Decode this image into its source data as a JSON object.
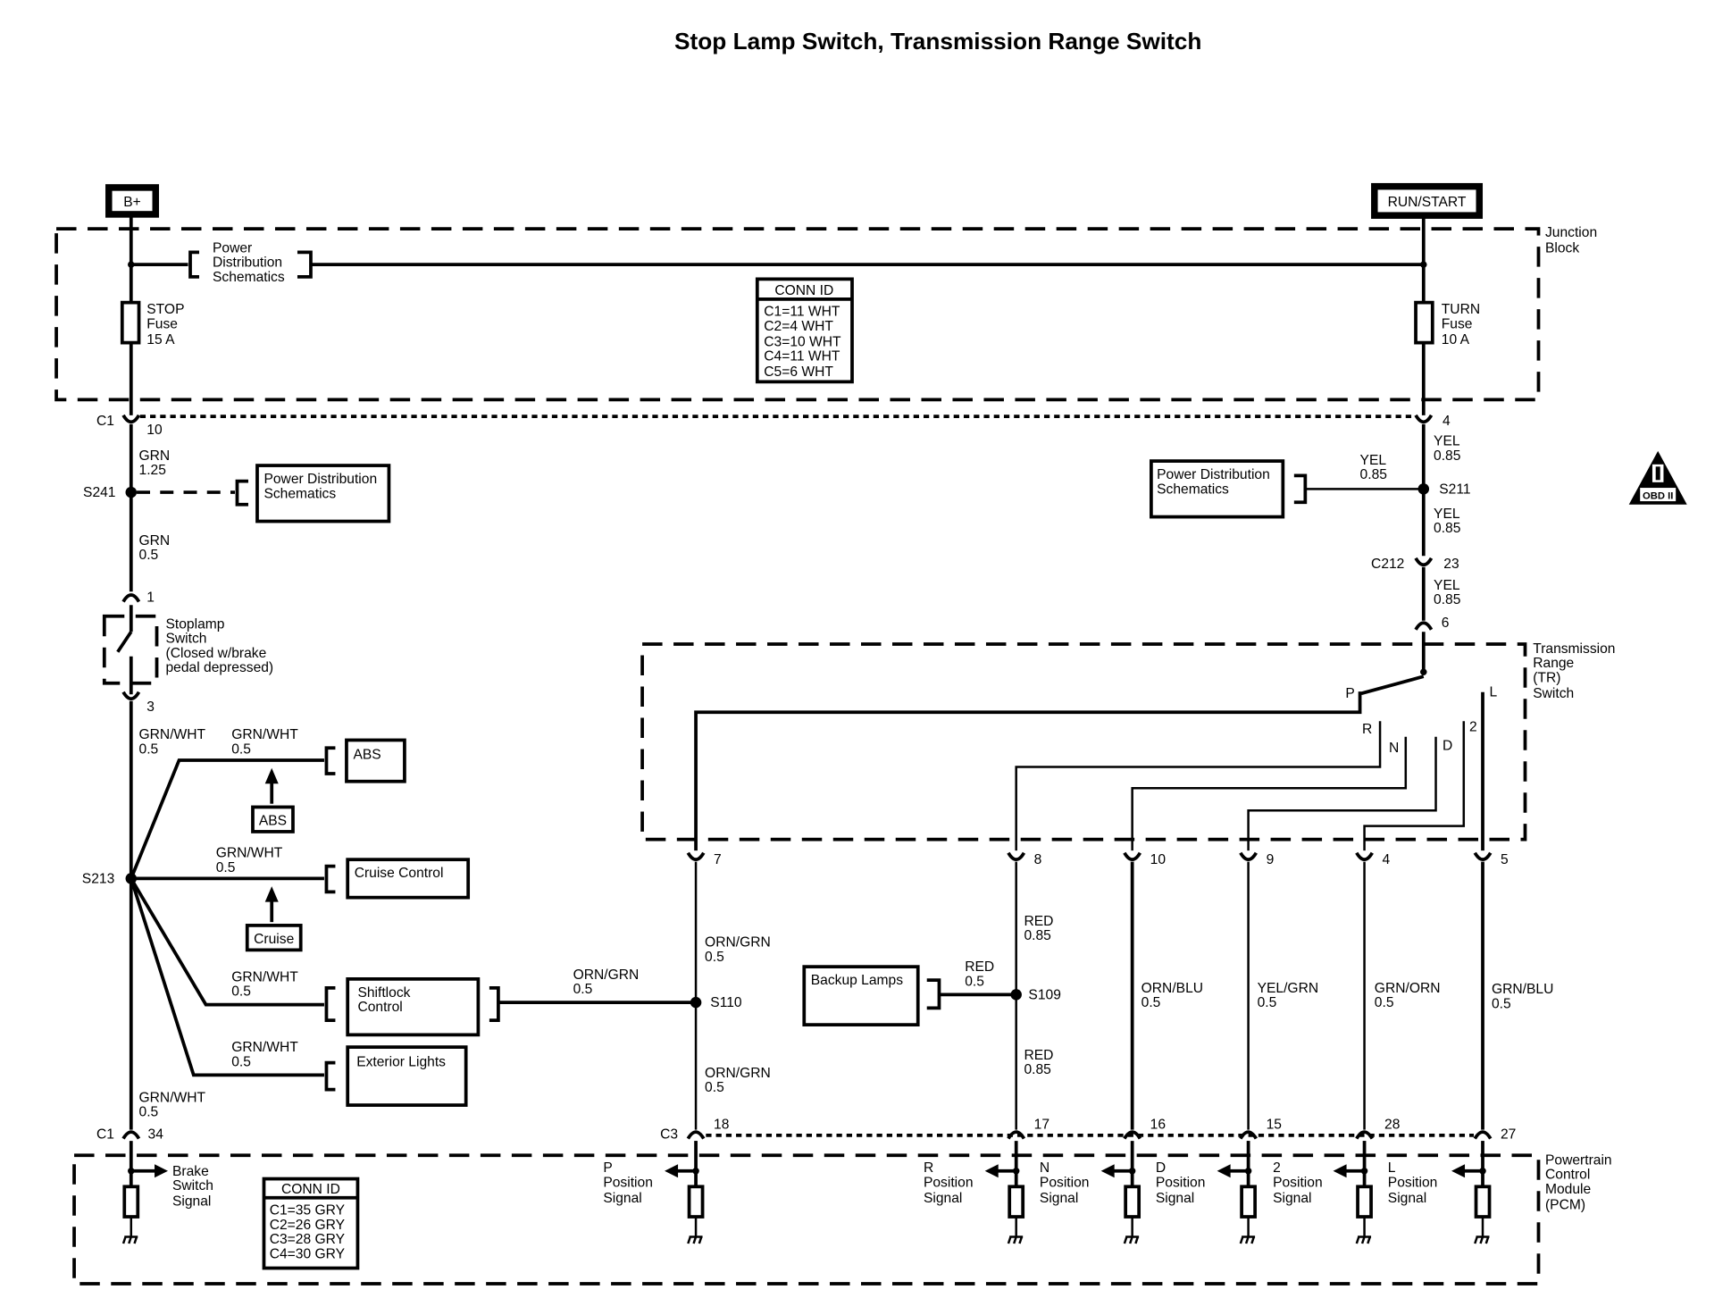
{
  "title": "Stop Lamp Switch, Transmission Range Switch",
  "power_sources": {
    "battery": "B+",
    "ignition": "RUN/START"
  },
  "junction_block": {
    "label": [
      "Junction",
      "Block"
    ],
    "power_distribution_ref": [
      "Power",
      "Distribution",
      "Schematics"
    ],
    "stop_fuse": [
      "STOP",
      "Fuse",
      "15 A"
    ],
    "turn_fuse": [
      "TURN",
      "Fuse",
      "10 A"
    ],
    "conn_id": {
      "header": "CONN ID",
      "rows": [
        "C1=11 WHT",
        "C2=4 WHT",
        "C3=10 WHT",
        "C4=11 WHT",
        "C5=6 WHT"
      ]
    }
  },
  "left_circuit": {
    "c1_connector": "C1",
    "c1_pin_top": "10",
    "wire_grn_125": [
      "GRN",
      "1.25"
    ],
    "splice_s241": "S241",
    "pds_box": [
      "Power Distribution",
      "Schematics"
    ],
    "wire_grn_05": [
      "GRN",
      "0.5"
    ],
    "stoplamp_pin_in": "1",
    "stoplamp_pin_out": "3",
    "stoplamp_switch": [
      "Stoplamp",
      "Switch",
      "(Closed w/brake",
      "pedal depressed)"
    ],
    "wire_main": [
      "GRN/WHT",
      "0.5"
    ],
    "splice_s213": "S213",
    "branches": [
      {
        "wire": [
          "GRN/WHT",
          "0.5"
        ],
        "component": [
          "ABS"
        ],
        "ref": "ABS"
      },
      {
        "wire": [
          "GRN/WHT",
          "0.5"
        ],
        "component": [
          "Cruise Control"
        ],
        "ref": "Cruise"
      },
      {
        "wire": [
          "GRN/WHT",
          "0.5"
        ],
        "component": [
          "Shiftlock",
          "Control"
        ]
      },
      {
        "wire": [
          "GRN/WHT",
          "0.5"
        ],
        "component": [
          "Exterior Lights"
        ]
      }
    ],
    "wire_to_pcm": [
      "GRN/WHT",
      "0.5"
    ],
    "pcm_connector": "C1",
    "pcm_pin": "34"
  },
  "right_circuit": {
    "jb_pin": "4",
    "wire_yel_1": [
      "YEL",
      "0.85"
    ],
    "pds_box": [
      "Power Distribution",
      "Schematics"
    ],
    "wire_yel_branch": [
      "YEL",
      "0.85"
    ],
    "splice_s211": "S211",
    "wire_yel_2": [
      "YEL",
      "0.85"
    ],
    "c212_connector": "C212",
    "c212_pin": "23",
    "wire_yel_3": [
      "YEL",
      "0.85"
    ],
    "tr_pin_in": "6"
  },
  "tr_switch": {
    "label": [
      "Transmission",
      "Range",
      "(TR)",
      "Switch"
    ],
    "contacts": [
      "P",
      "R",
      "N",
      "D",
      "2",
      "L"
    ],
    "pins": [
      "7",
      "8",
      "10",
      "9",
      "4",
      "5"
    ]
  },
  "tr_outputs": [
    {
      "tr_pin": "7",
      "wire_upper": [
        "ORN/GRN",
        "0.5"
      ],
      "splice": "S110",
      "wire_lower": [
        "ORN/GRN",
        "0.5"
      ],
      "pcm_connector": "C3",
      "pcm_pin": "18",
      "signal": [
        "P",
        "Position",
        "Signal"
      ]
    },
    {
      "tr_pin": "8",
      "wire_upper": [
        "RED",
        "0.85"
      ],
      "splice": "S109",
      "wire_lower": [
        "RED",
        "0.85"
      ],
      "pcm_pin": "17",
      "signal": [
        "R",
        "Position",
        "Signal"
      ]
    },
    {
      "tr_pin": "10",
      "wire_upper": [
        "ORN/BLU",
        "0.5"
      ],
      "pcm_pin": "16",
      "signal": [
        "N",
        "Position",
        "Signal"
      ]
    },
    {
      "tr_pin": "9",
      "wire_upper": [
        "YEL/GRN",
        "0.5"
      ],
      "pcm_pin": "15",
      "signal": [
        "D",
        "Position",
        "Signal"
      ]
    },
    {
      "tr_pin": "4",
      "wire_upper": [
        "GRN/ORN",
        "0.5"
      ],
      "pcm_pin": "28",
      "signal": [
        "2",
        "Position",
        "Signal"
      ]
    },
    {
      "tr_pin": "5",
      "wire_upper": [
        "GRN/BLU",
        "0.5"
      ],
      "pcm_pin": "27",
      "signal": [
        "L",
        "Position",
        "Signal"
      ]
    }
  ],
  "shiftlock_link": {
    "wire": [
      "ORN/GRN",
      "0.5"
    ]
  },
  "backup_lamps": {
    "component": [
      "Backup Lamps"
    ],
    "wire": [
      "RED",
      "0.5"
    ]
  },
  "pcm": {
    "label": [
      "Powertrain",
      "Control",
      "Module",
      "(PCM)"
    ],
    "brake_signal": [
      "Brake",
      "Switch",
      "Signal"
    ],
    "conn_id": {
      "header": "CONN ID",
      "rows": [
        "C1=35 GRY",
        "C2=26 GRY",
        "C3=28 GRY",
        "C4=30 GRY"
      ]
    }
  },
  "obd_badge": {
    "top": "II",
    "bottom": "OBD II"
  }
}
